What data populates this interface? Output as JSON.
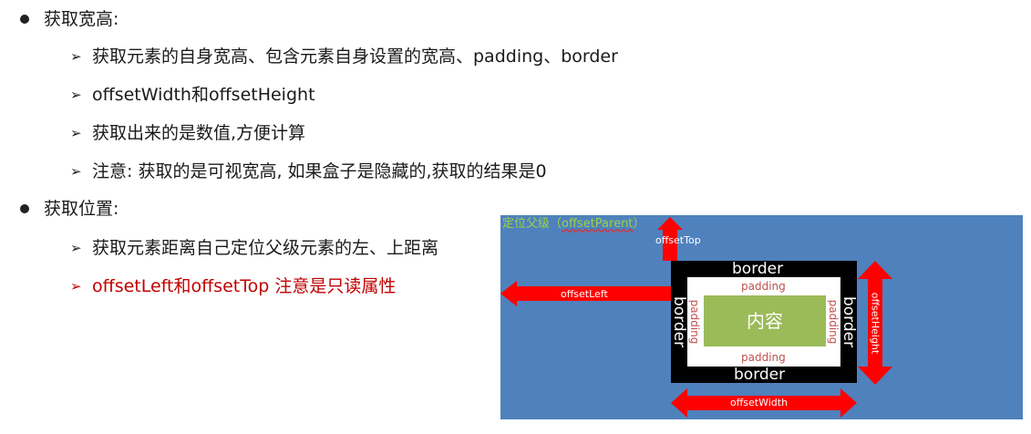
{
  "section1": {
    "heading": "获取宽高:",
    "items": [
      "获取元素的自身宽高、包含元素自身设置的宽高、padding、border",
      "offsetWidth和offsetHeight",
      "获取出来的是数值,方便计算",
      "注意: 获取的是可视宽高, 如果盒子是隐藏的,获取的结果是0"
    ]
  },
  "section2": {
    "heading": "获取位置:",
    "items": [
      "获取元素距离自己定位父级元素的左、上距离",
      "offsetLeft和offsetTop  注意是只读属性"
    ]
  },
  "glyphs": {
    "bullet": "",
    "arrow": "➢"
  },
  "diagram": {
    "parent_prefix": "定位父级（",
    "parent_name": "offsetParent",
    "parent_suffix": "）",
    "content": "内容",
    "border": "border",
    "padding": "padding",
    "offset_top": "offsetTop",
    "offset_left": "offsetLeft",
    "offset_height": "offsetHeight",
    "offset_width": "offsetWidth"
  },
  "colors": {
    "red_item": "#c00000",
    "diagram_background": "#4f81bd",
    "content_fill": "#9bbb59",
    "arrow_fill": "#ff0000",
    "parent_label": "#9bd14a"
  }
}
